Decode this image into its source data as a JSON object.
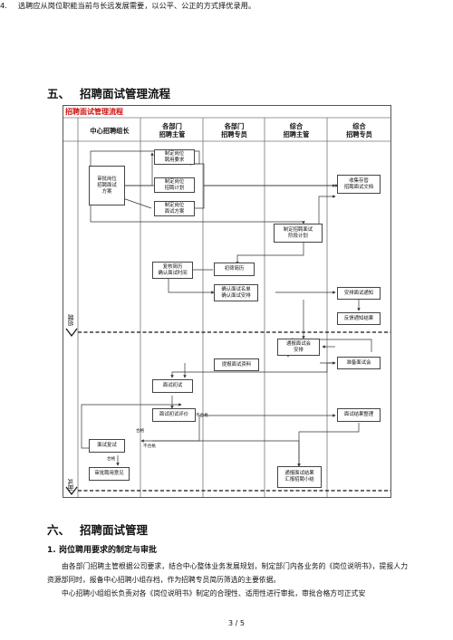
{
  "item4": {
    "num": "4.",
    "text": "选聘应从岗位职能当前与长远发展需要，以公平、公正的方式择优录用。"
  },
  "section5": {
    "num": "五、",
    "title": "招聘面试管理流程"
  },
  "flow": {
    "title": "招聘面试管理流程",
    "columns": [
      "中心招聘组长",
      "各部门\n招聘主管",
      "各部门\n招聘专员",
      "综合\n招聘主管",
      "综合\n招聘专员"
    ],
    "lanes": [
      "招聘",
      "面试"
    ],
    "boxes": {
      "b1": "制定岗位\n聘用要求",
      "b2": "制定岗位\n招聘计划",
      "b3": "制定岗位\n面试方案",
      "b4": "审批岗位\n招聘面试\n方案",
      "b5": "收集存管\n招聘面试文档",
      "b6": "制定招聘面试\n阶段计划",
      "b7": "复核简历\n确认面试时间",
      "b8": "初筛简历",
      "b9": "确认面试名单\n确认面试安排",
      "b10": "安排面试通知",
      "b11": "反馈通知结果",
      "b12": "通报面试会\n安排",
      "b13": "提报面试资料",
      "b14": "准备面试会",
      "b15": "面试初试",
      "b16": "面试初试评价",
      "b17": "面试结果整理",
      "b18": "面试复试",
      "b19": "审批聘用意见",
      "b20": "通报面试结果\n汇报招聘小结"
    },
    "labels": {
      "pass": "合格",
      "fail": "不合格"
    }
  },
  "section6": {
    "num": "六、",
    "title": "招聘面试管理"
  },
  "sub1": {
    "num": "1.",
    "title": "岗位聘用要求的制定与审批"
  },
  "para1": "由各部门招聘主管根据公司要求，结合中心整体业务发展规划，制定部门内各业务的《岗位说明书》，提报人力资源部同时，报备中心招聘小组存档，作为招聘专员简历筛选的主要依据。",
  "para2": "中心招聘小组组长负责对各《岗位说明书》制定的合理性、适用性进行审批，审批合格方可正式安",
  "page": "3 / 5"
}
